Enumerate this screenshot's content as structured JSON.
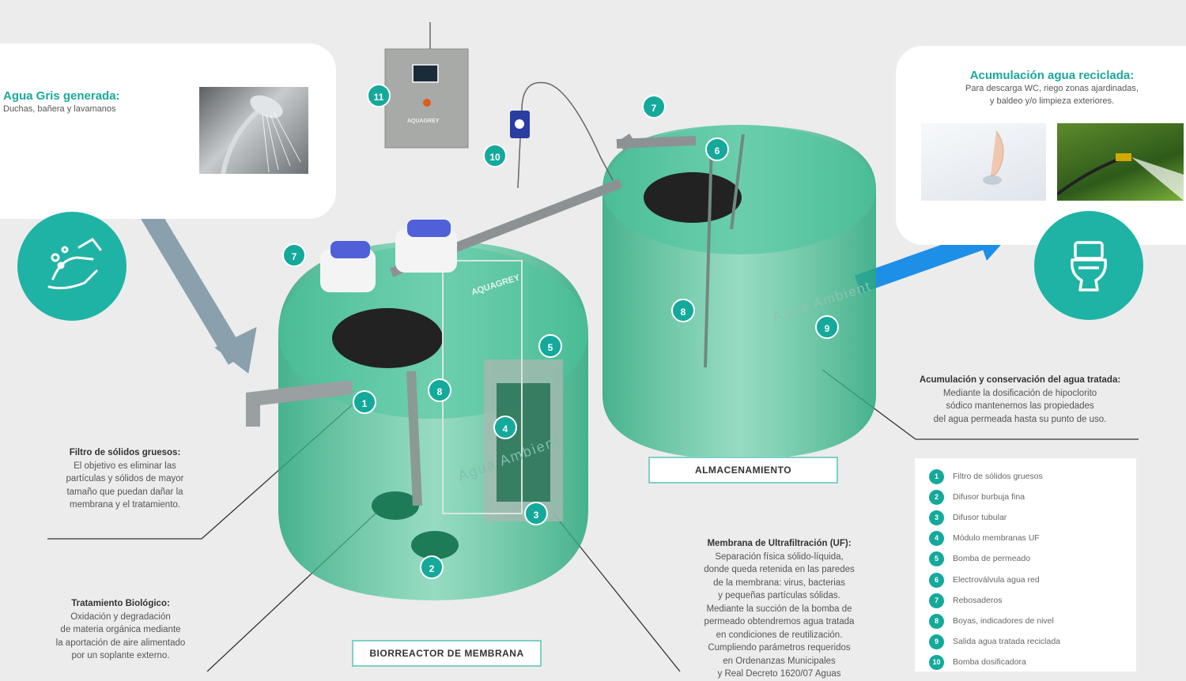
{
  "colors": {
    "accent": "#14a99b",
    "title_teal": "#1aa89b",
    "tank_green": "#2fb98a",
    "grey_arrow": "#8aa0ac",
    "blue_arrow": "#1e8fe6",
    "background": "#ececec"
  },
  "grey_water_card": {
    "title": "Agua Gris generada:",
    "subtitle": "Duchas, bañera y lavamanos",
    "image": "shower-photo"
  },
  "recycled_card": {
    "title": "Acumulación agua reciclada:",
    "line1": "Para descarga WC, riego zonas ajardinadas,",
    "line2": "y baldeo y/o limpieza exteriores.",
    "images": [
      "toilet-flush-photo",
      "garden-hose-photo"
    ]
  },
  "icons": {
    "hand_wash": "hand-wash-icon",
    "toilet": "toilet-icon"
  },
  "control_panel": {
    "brand": "AQUAGREY"
  },
  "tank_labels": {
    "left_watermark": "Agua Ambient",
    "right_watermark": "Agua Ambient",
    "left_brand": "AQUAGREY"
  },
  "annotations": {
    "filtro": {
      "title": "Filtro de sólidos gruesos:",
      "lines": [
        "El objetivo es eliminar las",
        "partículas y sólidos de mayor",
        "tamaño que puedan dañar la",
        "membrana y el tratamiento."
      ]
    },
    "biologico": {
      "title": "Tratamiento Biológico:",
      "lines": [
        "Oxidación y degradación",
        "de materia orgánica mediante",
        "la aportación de aire alimentado",
        "por un soplante externo."
      ]
    },
    "membrana": {
      "title": "Membrana de Ultrafiltración (UF):",
      "lines": [
        "Separación física sólido-líquida,",
        "donde queda retenida en las paredes",
        "de la membrana: virus, bacterias",
        "y pequeñas partículas sólidas.",
        "Mediante la succión de la bomba de",
        "permeado obtendremos agua tratada",
        "en condiciones de reutilización.",
        "Cumpliendo parámetros requeridos",
        "en Ordenanzas Municipales",
        "y Real Decreto 1620/07 Aguas"
      ]
    },
    "acumulacion": {
      "title": "Acumulación y conservación del agua tratada:",
      "lines": [
        "Mediante la dosificación de hipoclorito",
        "sódico mantenemos las propiedades",
        "del agua permeada hasta su punto de uso."
      ]
    }
  },
  "section_labels": {
    "almacenamiento": "ALMACENAMIENTO",
    "biorreactor": "BIORREACTOR DE MEMBRANA"
  },
  "badges": {
    "b11": "11",
    "b10": "10",
    "b7a": "7",
    "b7b": "7",
    "b6": "6",
    "b1": "1",
    "b2": "2",
    "b3": "3",
    "b4": "4",
    "b5": "5",
    "b8a": "8",
    "b8b": "8",
    "b9": "9"
  },
  "legend": [
    {
      "num": "1",
      "label": "Filtro de sólidos gruesos"
    },
    {
      "num": "2",
      "label": "Difusor burbuja fina"
    },
    {
      "num": "3",
      "label": "Difusor tubular"
    },
    {
      "num": "4",
      "label": "Módulo membranas UF"
    },
    {
      "num": "5",
      "label": "Bomba de permeado"
    },
    {
      "num": "6",
      "label": "Electroválvula agua red"
    },
    {
      "num": "7",
      "label": "Rebosaderos"
    },
    {
      "num": "8",
      "label": "Boyas, indicadores de nivel"
    },
    {
      "num": "9",
      "label": "Salida agua tratada reciclada"
    },
    {
      "num": "10",
      "label": "Bomba dosificadora"
    }
  ]
}
